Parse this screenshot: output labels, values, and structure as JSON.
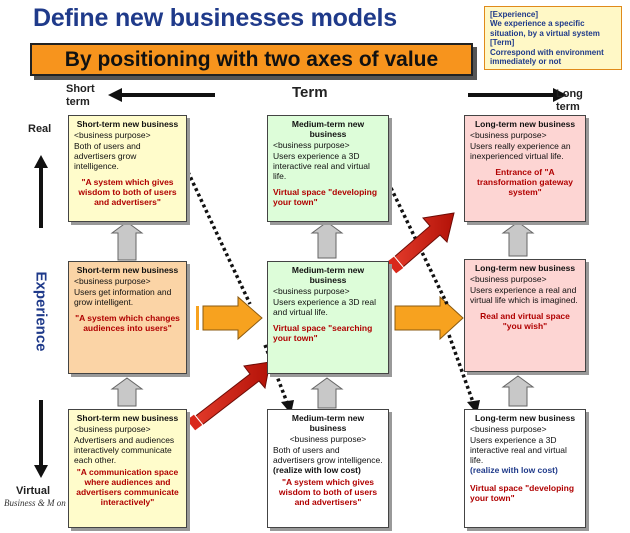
{
  "title": "Define new businesses models",
  "subtitle": "By positioning with two axes of value",
  "legend": {
    "line1": "[Experience]",
    "line2": "We experience a specific situation, by a virtual system",
    "line3": "[Term]",
    "line4": "Correspond with environment immediately or not"
  },
  "axes": {
    "term": "Term",
    "short_term": "Short term",
    "long_term": "Long term",
    "experience": "Experience",
    "real": "Real",
    "virtual": "Virtual"
  },
  "footer": "Business & M                                     on Sub-Team, Ja",
  "boxes": {
    "tl": {
      "heading": "Short-term new business",
      "purpose": "<business purpose>",
      "desc": "Both of users and advertisers grow intelligence.",
      "quote": "\"A system which gives wisdom to both of users and advertisers\""
    },
    "tm": {
      "heading": "Medium-term new business",
      "purpose": "<business purpose>",
      "desc": "Users experience a 3D interactive real and virtual life.",
      "quote": "Virtual space \"developing your town\""
    },
    "tr": {
      "heading": "Long-term new business",
      "purpose": "<business purpose>",
      "desc": "Users really experience an inexperienced virtual life.",
      "quote": "Entrance of \"A transformation gateway system\""
    },
    "ml": {
      "heading": "Short-term new business",
      "purpose": "<business purpose>",
      "desc": "Users get information and grow intelligent.",
      "quote": "\"A system which changes audiences into users\""
    },
    "mm": {
      "heading": "Medium-term new business",
      "purpose": "<business purpose>",
      "desc": "Users experience a 3D real and virtual life.",
      "quote": "Virtual space \"searching your town\""
    },
    "mr": {
      "heading": "Long-term new business",
      "purpose": "<business purpose>",
      "desc": "Users experience a real and virtual life which is imagined.",
      "quote": "Real and virtual space \"you wish\""
    },
    "bl": {
      "heading": "Short-term new business",
      "purpose": "<business purpose>",
      "desc": "Advertisers and audiences interactively communicate each other.",
      "quote": "\"A communication space where audiences and advertisers communicate interactively\""
    },
    "bm": {
      "heading": "Medium-term new business",
      "purpose": "<business purpose>",
      "desc": "Both of users and advertisers grow intelligence.",
      "note": "(realize with low cost)",
      "quote": "\"A system which gives wisdom to both of users and advertisers\""
    },
    "br": {
      "heading": "Long-term new business",
      "purpose": "<business purpose>",
      "desc": "Users experience a 3D interactive real and virtual life.",
      "note": "(realize with low cost)",
      "quote": "Virtual space \"developing your town\""
    }
  }
}
